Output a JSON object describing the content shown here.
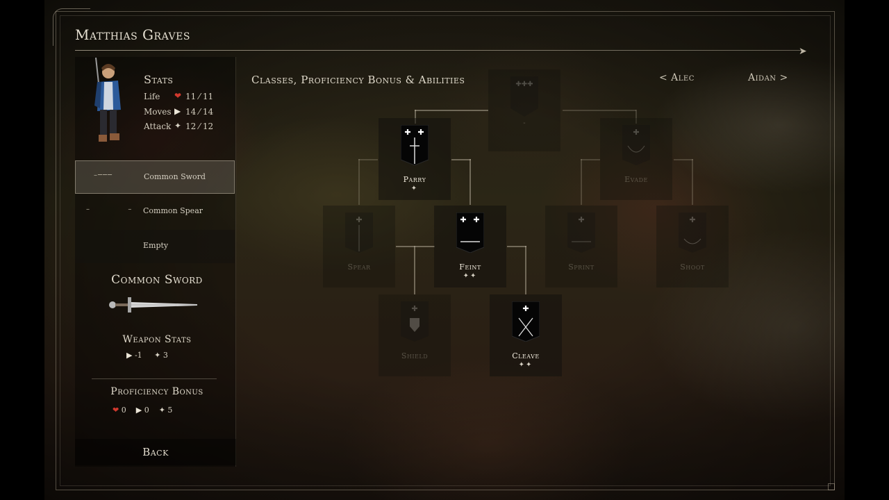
{
  "character": {
    "name": "Matthias Graves"
  },
  "stats": {
    "title": "Stats",
    "life": {
      "label": "Life",
      "value": "11 ⁄ 11"
    },
    "moves": {
      "label": "Moves",
      "value": "14 ⁄ 14"
    },
    "attack": {
      "label": "Attack",
      "value": "12 ⁄ 12"
    }
  },
  "slots": [
    {
      "label": "Common Sword",
      "selected": true
    },
    {
      "label": "Common Spear",
      "selected": false
    },
    {
      "label": "Empty",
      "selected": false
    }
  ],
  "weapon": {
    "name": "Common Sword",
    "stats_title": "Weapon Stats",
    "moves_mod": "-1",
    "attack_mod": "3"
  },
  "proficiency": {
    "title": "Proficiency Bonus",
    "life": "0",
    "moves": "0",
    "attack": "5"
  },
  "back_label": "Back",
  "tree": {
    "title": "Classes, Proficiency Bonus & Abilities",
    "prev": "< Alec",
    "next": "Aidan >",
    "nodes": [
      {
        "id": "top",
        "name": "-",
        "locked": true
      },
      {
        "id": "parry",
        "name": "Parry",
        "cost": "1",
        "locked": false
      },
      {
        "id": "evade",
        "name": "Evade",
        "locked": true
      },
      {
        "id": "spear",
        "name": "Spear",
        "locked": true
      },
      {
        "id": "feint",
        "name": "Feint",
        "cost": "2",
        "locked": false
      },
      {
        "id": "sprint",
        "name": "Sprint",
        "locked": true
      },
      {
        "id": "shoot",
        "name": "Shoot",
        "locked": true
      },
      {
        "id": "shield",
        "name": "Shield",
        "locked": true
      },
      {
        "id": "cleave",
        "name": "Cleave",
        "cost": "2",
        "locked": false
      }
    ]
  },
  "icons": {
    "heart": "heart-icon",
    "moves": "arrow-icon",
    "attack": "sword-icon"
  },
  "colors": {
    "heart": "#d2392e",
    "text": "#d8d2c4"
  }
}
